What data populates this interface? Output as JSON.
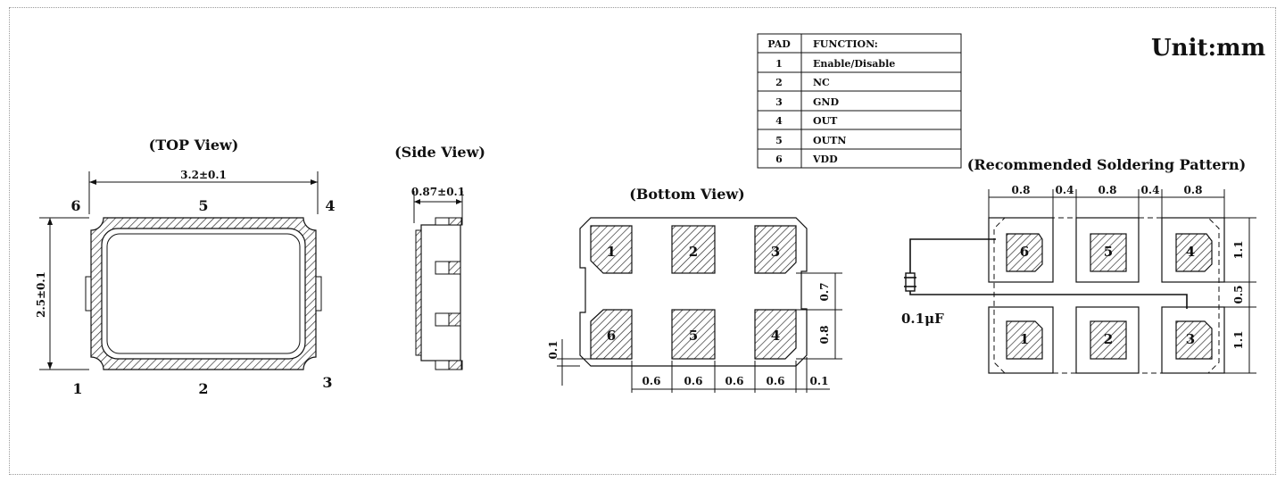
{
  "unit_label": "Unit:mm",
  "pad_table": {
    "headers": [
      "PAD",
      "FUNCTION:"
    ],
    "rows": [
      [
        "1",
        "Enable/Disable"
      ],
      [
        "2",
        "NC"
      ],
      [
        "3",
        "GND"
      ],
      [
        "4",
        "OUT"
      ],
      [
        "5",
        "OUTN"
      ],
      [
        "6",
        "VDD"
      ]
    ]
  },
  "top_view": {
    "title": "(TOP View)",
    "width_dim": "3.2±0.1",
    "height_dim": "2.5±0.1",
    "pins": [
      "1",
      "2",
      "3",
      "4",
      "5",
      "6"
    ]
  },
  "side_view": {
    "title": "(Side View)",
    "thickness_dim": "0.87±0.1"
  },
  "bottom_view": {
    "title": "(Bottom View)",
    "pads_top": [
      "1",
      "2",
      "3"
    ],
    "pads_bottom": [
      "6",
      "5",
      "4"
    ],
    "dims_bottom": [
      "0.6",
      "0.6",
      "0.6",
      "0.6",
      "0.1"
    ],
    "dim_right_upper": "0.7",
    "dim_right_lower": "0.8",
    "dim_left": "0.1"
  },
  "soldering_pattern": {
    "title": "(Recommended Soldering Pattern)",
    "pads_top": [
      "6",
      "5",
      "4"
    ],
    "pads_bottom": [
      "1",
      "2",
      "3"
    ],
    "dims_top": [
      "0.8",
      "0.4",
      "0.8",
      "0.4",
      "0.8"
    ],
    "dims_right": [
      "1.1",
      "0.5",
      "1.1"
    ],
    "capacitor_label": "0.1μF"
  }
}
